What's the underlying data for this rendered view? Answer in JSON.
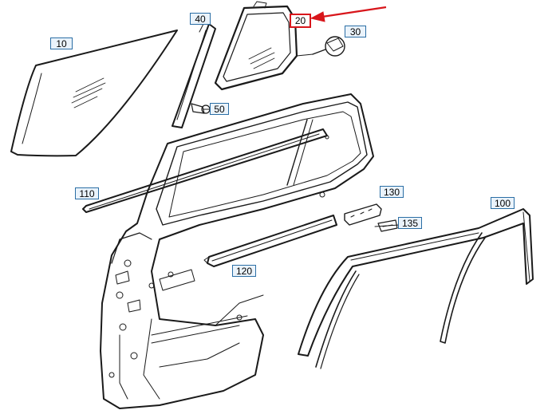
{
  "callouts": {
    "c10": "10",
    "c20": "20",
    "c30": "30",
    "c40": "40",
    "c50": "50",
    "c100": "100",
    "c110": "110",
    "c120": "120",
    "c130": "130",
    "c135": "135"
  },
  "highlighted_part": "20",
  "colors": {
    "line": "#1a1a1a",
    "callout_border": "#2b6ea5",
    "callout_fill": "#eaf3fb",
    "highlight": "#d8161b"
  }
}
